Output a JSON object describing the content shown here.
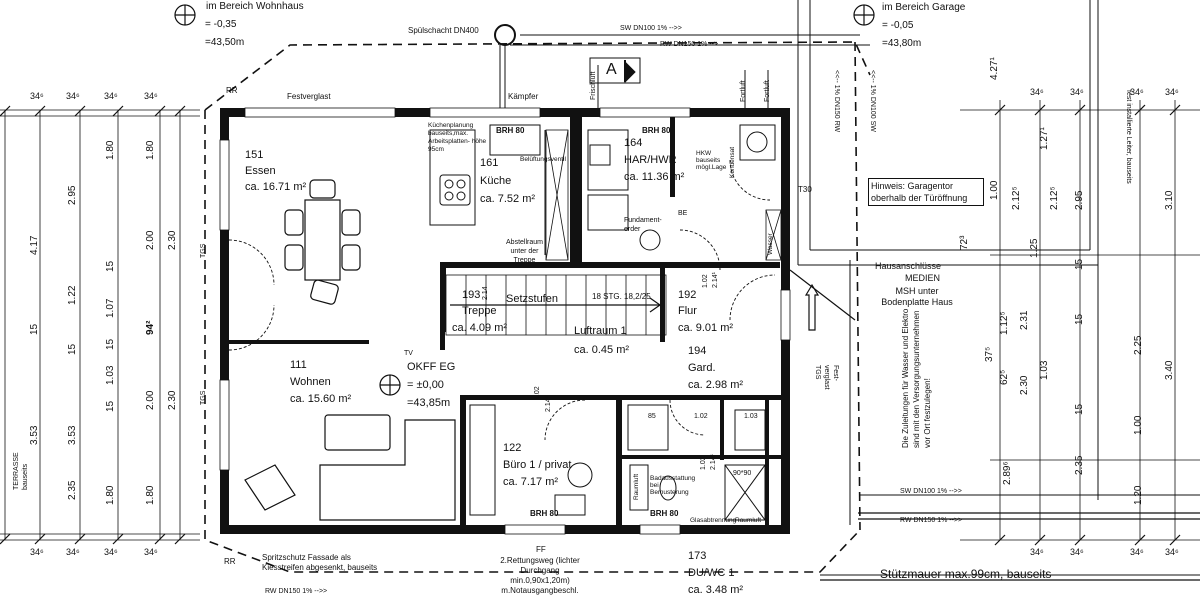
{
  "levels": {
    "wohnhaus": {
      "label": "im Bereich Wohnhaus",
      "level": "= -0,35",
      "height": "=43,50m"
    },
    "garage": {
      "label": "im Bereich Garage",
      "level": "= -0,05",
      "height": "=43,80m"
    },
    "okff": {
      "label": "OKFF EG",
      "level": "= ±0,00",
      "height": "=43,85m"
    }
  },
  "rooms": [
    {
      "id": "151",
      "name": "Essen",
      "area": "ca. 16.71 m²"
    },
    {
      "id": "161",
      "name": "Küche",
      "area": "ca. 7.52 m²"
    },
    {
      "id": "164",
      "name": "HAR/HWR",
      "area": "ca. 11.36 m²"
    },
    {
      "id": "193",
      "name": "Treppe",
      "area": "ca. 4.09 m²"
    },
    {
      "id": "192",
      "name": "Flur",
      "area": "ca. 9.01 m²"
    },
    {
      "id": "111",
      "name": "Wohnen",
      "area": "ca. 15.60 m²"
    },
    {
      "id": "194",
      "name": "Gard.",
      "area": "ca. 2.98 m²"
    },
    {
      "id": "122",
      "name": "Büro 1 / privat",
      "area": "ca. 7.17 m²"
    },
    {
      "id": "173",
      "name": "DU/WC 1",
      "area": "ca. 3.48 m²"
    }
  ],
  "luftraum": {
    "name": "Luftraum 1",
    "area": "ca. 0.45 m²"
  },
  "notes": {
    "spuelschacht": "Spülschacht DN400",
    "festverglast": "Festverglast",
    "kaempfer": "Kämpfer",
    "brh80": "BRH 80",
    "kuechenplanung": "Küchenplanung bauseits,max. Arbeitsplatten- höhe 95cm",
    "belueftung": "Belüftungsventil",
    "abstellraum": "Abstellraum unter der Treppe",
    "setzstufen": "Setzstufen",
    "stg": "18 STG. 18,2/25",
    "fundament": "Fundament- erder",
    "hkw": "HKW bauseits mögl.Lage",
    "kondensat": "Kondensat",
    "be": "BE",
    "wasser": "Wasser",
    "garagentor": "Hinweis: Garagentor oberhalb der Türöffnung",
    "hausanschluesse": "Hausanschlüsse",
    "medien": "MEDIEN",
    "msh": "MSH unter Bodenplatte Haus",
    "zuleitungen": "Die Zuleitungen für Wasser und Elektro sind mit den Versorgungsunternehmen vor Ort festzulegen!",
    "festverglast_tgs": "Fest- verglast TGS",
    "terrasse": "TERRASSE bauseits",
    "spritzschutz": "Spritzschutz Fassade als Kiesstreifen abgesenkt, bauseits",
    "rettungsweg": "2.Rettungsweg (lichter Durchgang min.0,90x1,20m) m.Notausgangbeschl.",
    "ff": "FF",
    "stuetzmauer": "Stützmauer max.99cm, bauseits",
    "tv": "TV",
    "leiter": "fest installierte Leiter, bauseits",
    "badausstattung": "Badausstattung bei Bemusterung",
    "raumluft": "Raumluft",
    "glasabtrennung": "Glasabtrennung",
    "dusche": "90*90",
    "tgs": "TGS",
    "rr": "RR",
    "a": "A"
  },
  "pipes": {
    "sw100_top": "SW DN100 1%   -->>",
    "rw150_top": "RW DN150 1%   -->",
    "rw150_bl": "RW DN150 1%   -->>",
    "sw100_right": "SW DN100 1%  -->>",
    "rw150_right": "RW DN150 1%  -->>",
    "vert1": "<<-- 1% DN150 RW",
    "vert2": "<<-- 1% DN100 SW",
    "fortluft": "Fortluft",
    "frischluft": "Frischluft"
  },
  "dims": {
    "d346": "34⁶",
    "left_outer": [
      "4.17",
      "15",
      "3.53"
    ],
    "left_inner": [
      "2.95",
      "1.22",
      "15",
      "3.53",
      "2.35"
    ],
    "left_col3": [
      "1.80",
      "15",
      "1.07",
      "15",
      "1.03",
      "15",
      "1.80"
    ],
    "left_col4": [
      "2.00",
      "2.30",
      "2.00",
      "2.30"
    ],
    "total_left": "94²",
    "right_a": [
      "4.27¹",
      "72³",
      "1.25",
      "1.12⁵",
      "37⁵",
      "62⁵",
      "2.89⁶"
    ],
    "right_b": [
      "1.00",
      "2.12⁵",
      "2.31",
      "2.30",
      "1.03"
    ],
    "right_c": [
      "1.27¹",
      "2.12⁵",
      "15",
      "15",
      "15",
      "1.20"
    ],
    "right_d": [
      "2.95",
      "3.10",
      "2.25",
      "3.40",
      "2.35",
      "1.00"
    ],
    "stair": [
      "2.14",
      "1.02",
      "2.14¹",
      "1.02",
      "2.14¹",
      "1.02",
      "2.14¹"
    ],
    "bath": [
      "85",
      "1.02",
      "1.03"
    ],
    "t30": "T30"
  }
}
